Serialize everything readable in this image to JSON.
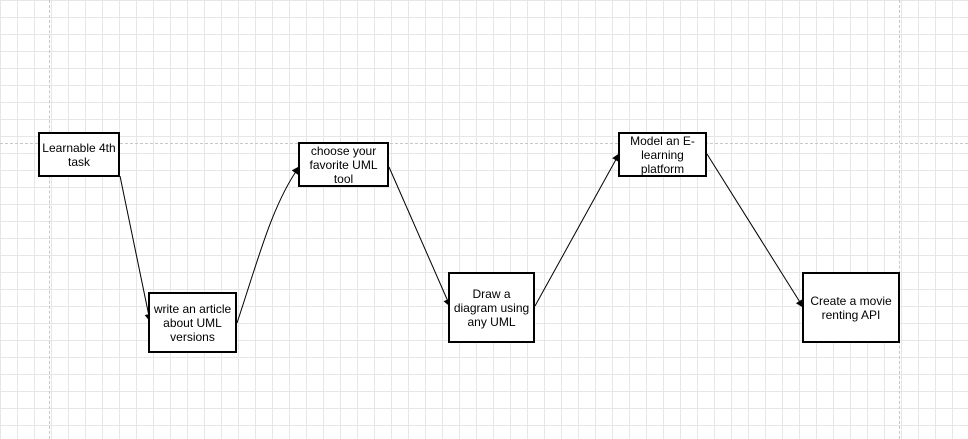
{
  "diagram": {
    "nodes": [
      {
        "id": "n1",
        "label": "Learnable 4th task"
      },
      {
        "id": "n2",
        "label": "write an article about UML versions"
      },
      {
        "id": "n3",
        "label": "choose your favorite UML tool"
      },
      {
        "id": "n4",
        "label": "Draw a diagram using any UML"
      },
      {
        "id": "n5",
        "label": "Model an E-learning platform"
      },
      {
        "id": "n6",
        "label": "Create a movie renting API"
      }
    ],
    "edges": [
      {
        "from": "n1",
        "to": "n2"
      },
      {
        "from": "n2",
        "to": "n3"
      },
      {
        "from": "n3",
        "to": "n4"
      },
      {
        "from": "n4",
        "to": "n5"
      },
      {
        "from": "n5",
        "to": "n6"
      }
    ]
  }
}
